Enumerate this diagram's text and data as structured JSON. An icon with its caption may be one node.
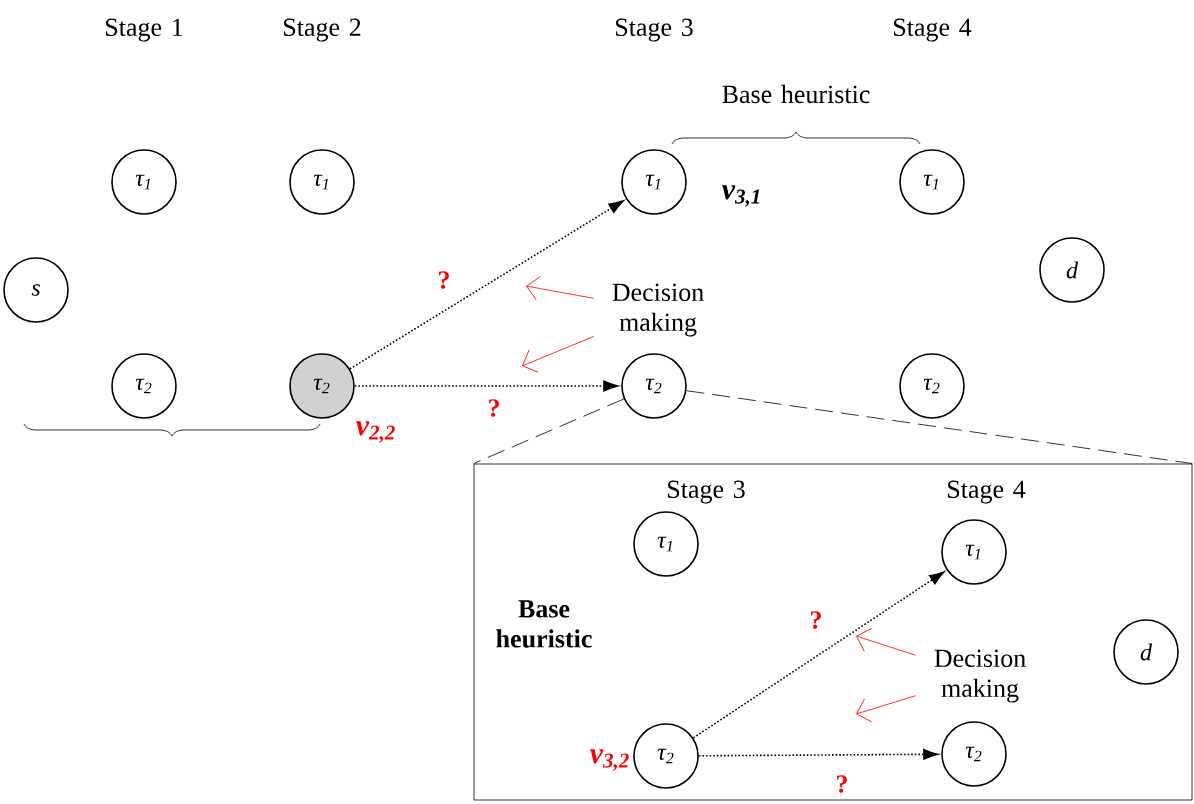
{
  "diagram": {
    "nodes": [
      {
        "text": [
          "s"
        ]
      },
      {
        "text": [
          "τ$_{1}$"
        ]
      },
      {
        "text": [
          "τ$_{2}$"
        ]
      },
      {
        "text": [
          "τ$_{1}$"
        ]
      },
      {
        "text": [
          "τ$_{2}$"
        ],
        "beside": [
          "v$_{2,2}$"
        ]
      },
      {
        "text": [
          "τ$_{1}$"
        ],
        "beside": [
          "v$_{3,1}$"
        ]
      },
      {
        "text": [
          "τ$_{2}$"
        ]
      },
      {
        "text": [
          "τ$_{1}$"
        ]
      },
      {
        "text": [
          "τ$_{2}$"
        ]
      },
      {
        "text": [
          "d"
        ]
      },
      {
        "text": [],
        "shape": "box"
      },
      {
        "text": [
          "τ$_{1}$"
        ],
        "in": 10
      },
      {
        "text": [
          "τ$_{2}$"
        ],
        "in": 10,
        "beside": [
          "v$_{3,2}$"
        ]
      },
      {
        "text": [
          "τ$_{1}$"
        ],
        "in": 10
      },
      {
        "text": [
          "τ$_{2}$"
        ],
        "in": 10
      },
      {
        "text": [
          "d"
        ],
        "in": 10
      },
      {
        "text": [
          "Decision making"
        ]
      },
      {
        "text": [
          "Decision making"
        ],
        "in": 10
      }
    ],
    "edges": [
      {
        "from": 4,
        "to": 5,
        "arrow": "to",
        "style": "dashed",
        "label": "?"
      },
      {
        "from": 4,
        "to": 6,
        "arrow": "to",
        "style": "dashed",
        "label": "?"
      },
      {
        "from": 6,
        "to": 10,
        "arrow": "none",
        "style": "dashed"
      },
      {
        "from": 6,
        "to": 10,
        "arrow": "none",
        "style": "dashed"
      },
      {
        "from": 12,
        "to": 13,
        "arrow": "to",
        "style": "dashed",
        "label": "?"
      },
      {
        "from": 12,
        "to": 14,
        "arrow": "to",
        "style": "dashed",
        "label": "?"
      },
      {
        "from": 16,
        "to": null,
        "arrow": "to",
        "color": "#ff0000"
      },
      {
        "from": 16,
        "to": null,
        "arrow": "to",
        "color": "#ff0000"
      },
      {
        "from": 17,
        "to": null,
        "arrow": "to",
        "color": "#ff0000"
      },
      {
        "from": 17,
        "to": null,
        "arrow": "to",
        "color": "#ff0000"
      }
    ],
    "labels": [
      "Stage 1",
      "Stage 2",
      "Stage 3",
      "Stage 4",
      "Base heuristic",
      "Stage 3",
      "Stage 4",
      "Base heuristic"
    ]
  }
}
